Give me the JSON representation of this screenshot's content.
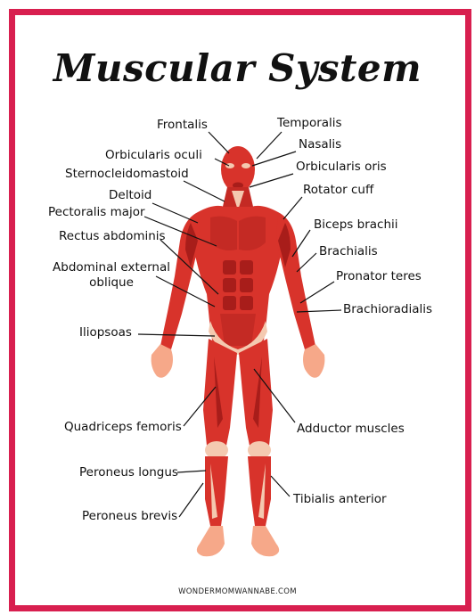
{
  "title": "Muscular System",
  "footer": "WONDERMOMWANNABE.COM",
  "colors": {
    "border": "#d81f4f",
    "muscle": "#d8332b",
    "muscle_dark": "#a81d1a",
    "tendon": "#f4c9b0",
    "skin": "#f6a889"
  },
  "labels": {
    "frontalis": "Frontalis",
    "temporalis": "Temporalis",
    "orbicularis_oculi": "Orbicularis oculi",
    "nasalis": "Nasalis",
    "sternocleidomastoid": "Sternocleidomastoid",
    "orbicularis_oris": "Orbicularis oris",
    "deltoid": "Deltoid",
    "rotator_cuff": "Rotator cuff",
    "pectoralis_major": "Pectoralis major",
    "biceps_brachii": "Biceps brachii",
    "rectus_abdominis": "Rectus abdominis",
    "brachialis": "Brachialis",
    "abdominal_external_oblique_1": "Abdominal external",
    "abdominal_external_oblique_2": "oblique",
    "pronator_teres": "Pronator teres",
    "brachioradialis": "Brachioradialis",
    "iliopsoas": "Iliopsoas",
    "quadriceps_femoris": "Quadriceps femoris",
    "adductor_muscles": "Adductor muscles",
    "peroneus_longus": "Peroneus longus",
    "tibialis_anterior": "Tibialis anterior",
    "peroneus_brevis": "Peroneus brevis"
  }
}
